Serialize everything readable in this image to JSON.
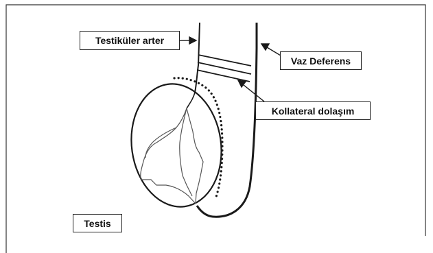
{
  "labels": {
    "testicular_artery": "Testiküler arter",
    "vas_deferens": "Vaz Deferens",
    "collateral_circulation": "Kollateral dolaşım",
    "testis": "Testis"
  },
  "colors": {
    "line": "#1a1a1a",
    "vessel": "#444444",
    "frame": "#333333"
  }
}
